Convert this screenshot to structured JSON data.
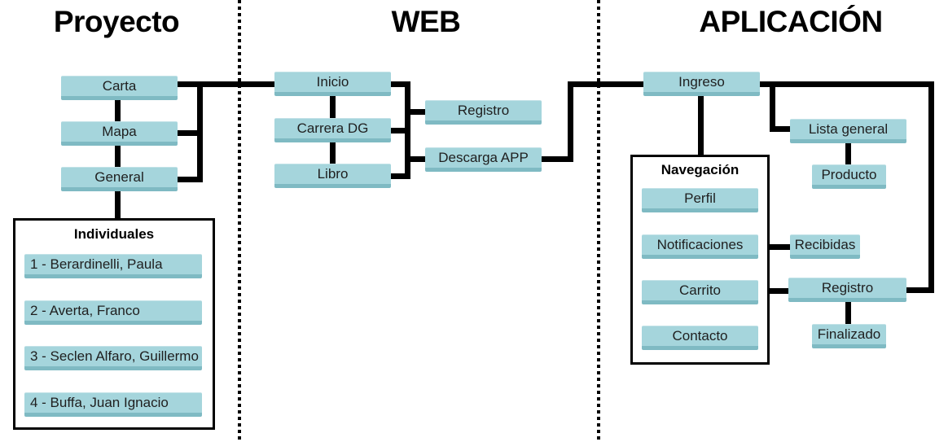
{
  "colors": {
    "node_fill": "#a5d5dc",
    "node_shadow": "#7fbac3",
    "line": "#000000",
    "background": "#ffffff"
  },
  "proyecto": {
    "title": "Proyecto",
    "nodes": {
      "carta": "Carta",
      "mapa": "Mapa",
      "general": "General"
    },
    "individuales": {
      "title": "Individuales",
      "items": [
        "1 - Berardinelli, Paula",
        "2 - Averta, Franco",
        "3 - Seclen Alfaro, Guillermo",
        "4 - Buffa, Juan Ignacio"
      ]
    }
  },
  "web": {
    "title": "WEB",
    "nodes": {
      "inicio": "Inicio",
      "carrera_dg": "Carrera DG",
      "libro": "Libro",
      "registro": "Registro",
      "descarga_app": "Descarga APP"
    }
  },
  "aplicacion": {
    "title": "APLICACIÓN",
    "nodes": {
      "ingreso": "Ingreso",
      "lista_general": "Lista general",
      "producto": "Producto",
      "recibidas": "Recibidas",
      "registro": "Registro",
      "finalizado": "Finalizado"
    },
    "navegacion": {
      "title": "Navegación",
      "items": [
        "Perfil",
        "Notificaciones",
        "Carrito",
        "Contacto"
      ]
    }
  }
}
